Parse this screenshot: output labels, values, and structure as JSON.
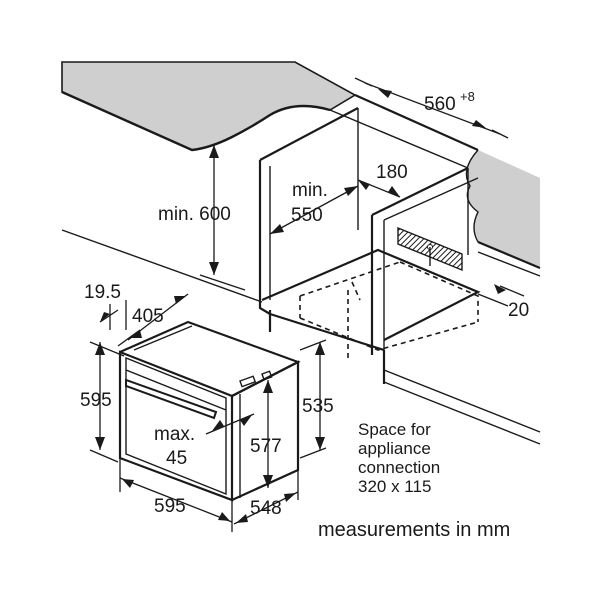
{
  "dimensions": {
    "cabinet_width": "560",
    "cabinet_width_tolerance": "+8",
    "min_height_label": "min. 600",
    "min_depth_prefix": "min.",
    "min_depth_value": "550",
    "connection_gap": "180",
    "side_offset": "20",
    "front_offset": "19.5",
    "top_depth": "405",
    "oven_height": "595",
    "niche_height": "535",
    "door_inset_prefix": "max.",
    "door_inset_value": "45",
    "body_height": "577",
    "oven_width": "595",
    "oven_depth": "548"
  },
  "connection_note": {
    "line1": "Space for",
    "line2": "appliance",
    "line3": "connection",
    "line4": "320 x 115"
  },
  "units_note": "measurements in mm",
  "colors": {
    "countertop": "#cfcfcf",
    "hatch": "#1a1a1a",
    "line": "#1a1a1a"
  }
}
